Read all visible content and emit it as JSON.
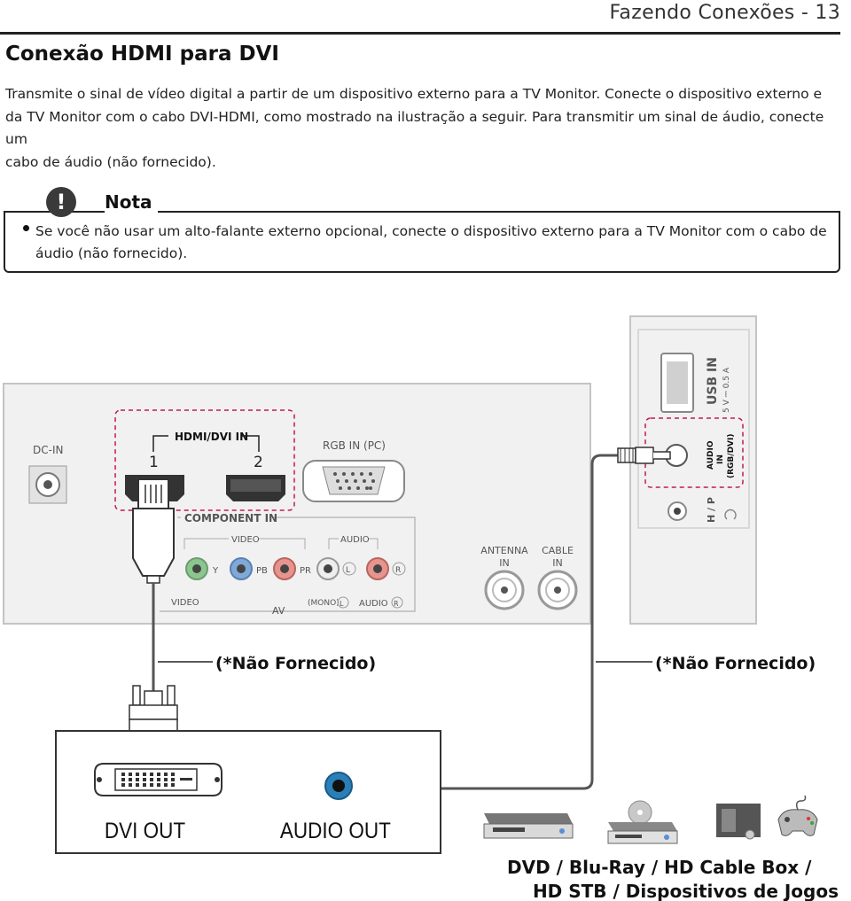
{
  "header": {
    "title": "Fazendo Conexões - 13"
  },
  "section": {
    "title": "Conexão HDMI para DVI",
    "intro": [
      "Transmite o sinal de vídeo digital a partir de um dispositivo externo para a TV Monitor. Conecte o dispositivo externo e da TV Monitor com o cabo DVI-HDMI, como mostrado na ilustração a seguir. Para transmitir um sinal de áudio, conecte um",
      "cabo de áudio (não fornecido)."
    ]
  },
  "note": {
    "icon": "!",
    "label": "Nota",
    "text": "Se você não usar um alto-falante externo opcional, conecte o dispositivo externo para a TV Monitor com o cabo de áudio (não fornecido)."
  },
  "diagram": {
    "tv_panel": {
      "dc_in": "DC-IN",
      "hdmi_dvi_in": "HDMI/DVI IN",
      "hdmi_port_1": "1",
      "hdmi_port_2": "2",
      "rgb_in": "RGB IN (PC)",
      "component_in": "COMPONENT IN",
      "video_group": "VIDEO",
      "audio_group": "AUDIO",
      "jack_y": "Y",
      "jack_pb": "PB",
      "jack_pr": "PR",
      "jack_l": "L",
      "jack_r": "R",
      "video_bottom": "VIDEO",
      "av": "AV",
      "mono": "(MONO)",
      "audio_bottom": "AUDIO",
      "antenna_in": [
        "ANTENNA",
        "IN"
      ],
      "cable_in": [
        "CABLE",
        "IN"
      ],
      "usb_in": "USB IN",
      "usb_power": "5 V ⎓ 0.5 A",
      "audio_in_rgb_dvi": [
        "AUDIO",
        "IN",
        "(RGB/DVI)"
      ],
      "hp": "H / P"
    },
    "cable_note_left": "(*Não Fornecido)",
    "cable_note_right": "(*Não Fornecido)",
    "device": {
      "dvi_out": "DVI OUT",
      "audio_out": "AUDIO OUT"
    },
    "devices_caption": [
      "DVD / Blu-Ray / HD Cable Box /",
      "HD STB / Dispositivos de Jogos"
    ]
  }
}
